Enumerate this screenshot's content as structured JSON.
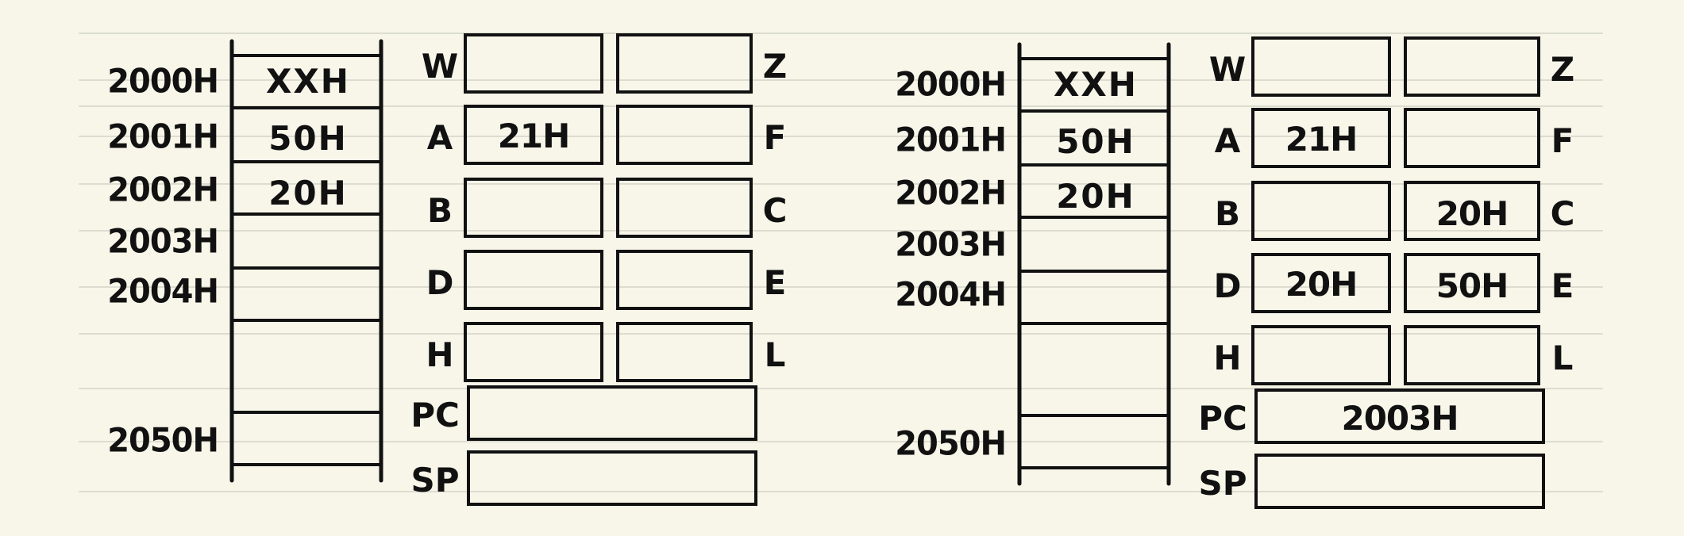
{
  "panels": [
    {
      "memory": {
        "cells": [
          {
            "address": "2000H",
            "value": "XXH"
          },
          {
            "address": "2001H",
            "value": "50H"
          },
          {
            "address": "2002H",
            "value": "20H"
          },
          {
            "address": "2003H",
            "value": ""
          },
          {
            "address": "2004H",
            "value": ""
          },
          {
            "address": "2050H",
            "value": ""
          }
        ]
      },
      "registers": {
        "pairs": [
          {
            "left": "W",
            "left_value": "",
            "right": "Z",
            "right_value": ""
          },
          {
            "left": "A",
            "left_value": "21H",
            "right": "F",
            "right_value": ""
          },
          {
            "left": "B",
            "left_value": "",
            "right": "C",
            "right_value": ""
          },
          {
            "left": "D",
            "left_value": "",
            "right": "E",
            "right_value": ""
          },
          {
            "left": "H",
            "left_value": "",
            "right": "L",
            "right_value": ""
          }
        ],
        "wide": [
          {
            "name": "PC",
            "value": ""
          },
          {
            "name": "SP",
            "value": ""
          }
        ]
      }
    },
    {
      "memory": {
        "cells": [
          {
            "address": "2000H",
            "value": "XXH"
          },
          {
            "address": "2001H",
            "value": "50H"
          },
          {
            "address": "2002H",
            "value": "20H"
          },
          {
            "address": "2003H",
            "value": ""
          },
          {
            "address": "2004H",
            "value": ""
          },
          {
            "address": "2050H",
            "value": ""
          }
        ]
      },
      "registers": {
        "pairs": [
          {
            "left": "W",
            "left_value": "",
            "right": "Z",
            "right_value": ""
          },
          {
            "left": "A",
            "left_value": "21H",
            "right": "F",
            "right_value": ""
          },
          {
            "left": "B",
            "left_value": "",
            "right": "C",
            "right_value": "20H"
          },
          {
            "left": "D",
            "left_value": "20H",
            "right": "E",
            "right_value": "50H"
          },
          {
            "left": "H",
            "left_value": "",
            "right": "L",
            "right_value": ""
          }
        ],
        "wide": [
          {
            "name": "PC",
            "value": "2003H"
          },
          {
            "name": "SP",
            "value": ""
          }
        ]
      }
    }
  ]
}
